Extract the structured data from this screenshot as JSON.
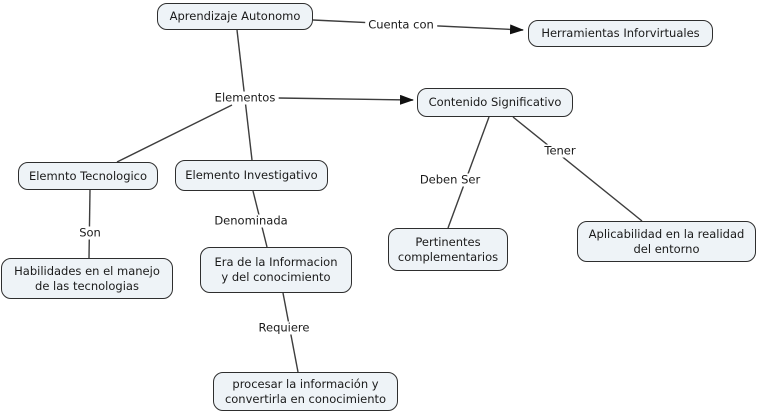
{
  "title": "Aprendizaje Autonomo concept map",
  "colors": {
    "background": "#ffffff",
    "node_fill": "#eef3f7",
    "node_border": "#2e2e2e",
    "line": "#3d3d3d",
    "arrowhead": "#111111",
    "text": "#1a1a1a"
  },
  "nodes": {
    "aprendizaje": {
      "label": "Aprendizaje Autonomo"
    },
    "herramientas": {
      "label": "Herramientas Inforvirtuales"
    },
    "contenido": {
      "label": "Contenido Significativo"
    },
    "tecnologico": {
      "label": "Elemnto Tecnologico"
    },
    "investigativo": {
      "label": "Elemento Investigativo"
    },
    "habilidades": {
      "line1": "Habilidades en el manejo",
      "line2": "de las tecnologias"
    },
    "era": {
      "line1": "Era de la Informacion",
      "line2": "y del conocimiento"
    },
    "procesar": {
      "line1": "procesar la información y",
      "line2": "convertirla en conocimiento"
    },
    "pertinentes": {
      "line1": "Pertinentes",
      "line2": "complementarios"
    },
    "aplicabilidad": {
      "line1": "Aplicabilidad en la realidad",
      "line2": "del entorno"
    }
  },
  "links": {
    "cuenta_con": "Cuenta con",
    "elementos": "Elementos",
    "son": "Son",
    "denominada": "Denominada",
    "requiere": "Requiere",
    "deben_ser": "Deben Ser",
    "tener": "Tener"
  },
  "graph": {
    "edges": [
      {
        "from": "Aprendizaje Autonomo",
        "label": "Cuenta con",
        "to": "Herramientas Inforvirtuales",
        "arrow": true
      },
      {
        "from": "Aprendizaje Autonomo",
        "label": "Elementos",
        "to": "Contenido Significativo",
        "arrow": true
      },
      {
        "from": "Aprendizaje Autonomo",
        "label": "Elementos",
        "to": "Elemnto Tecnologico",
        "arrow": false
      },
      {
        "from": "Aprendizaje Autonomo",
        "label": "Elementos",
        "to": "Elemento Investigativo",
        "arrow": false
      },
      {
        "from": "Elemnto Tecnologico",
        "label": "Son",
        "to": "Habilidades en el manejo de las tecnologias",
        "arrow": false
      },
      {
        "from": "Elemento Investigativo",
        "label": "Denominada",
        "to": "Era de la Informacion y del conocimiento",
        "arrow": false
      },
      {
        "from": "Era de la Informacion y del conocimiento",
        "label": "Requiere",
        "to": "procesar la información y convertirla en conocimiento",
        "arrow": false
      },
      {
        "from": "Contenido Significativo",
        "label": "Deben Ser",
        "to": "Pertinentes complementarios",
        "arrow": false
      },
      {
        "from": "Contenido Significativo",
        "label": "Tener",
        "to": "Aplicabilidad en la realidad del entorno",
        "arrow": false
      }
    ]
  }
}
